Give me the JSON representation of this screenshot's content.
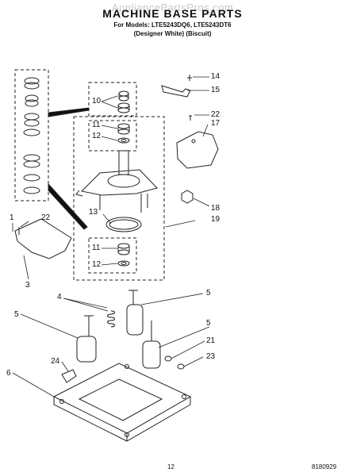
{
  "header": {
    "watermark": "AppliancePartsPros.com",
    "title": "MACHINE BASE PARTS",
    "models_line": "For Models: LTE5243DQ6, LTE5243DT6",
    "variants_line": "(Designer White)    (Biscuit)"
  },
  "callouts": [
    "14",
    "15",
    "10",
    "22",
    "17",
    "11",
    "12",
    "18",
    "13",
    "19",
    "1",
    "22",
    "3",
    "11",
    "12",
    "4",
    "5",
    "5",
    "5",
    "21",
    "24",
    "23",
    "6"
  ],
  "footer": {
    "page": "12",
    "doc": "8180929"
  }
}
